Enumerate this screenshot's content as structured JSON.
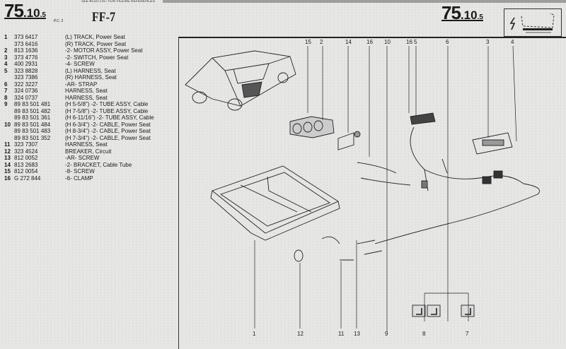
{
  "header": {
    "section_main": "75",
    "section_sub": ".10",
    "section_suffix": ".5",
    "page_ref": "P.C. 2",
    "figure": "FF-7",
    "note": "SEE ALSO LIST FOR FIGURE REFERENCES"
  },
  "parts": [
    {
      "ref": "1",
      "part": "373 6417",
      "desc": "(L)   TRACK, Power Seat"
    },
    {
      "ref": "",
      "part": "373 6416",
      "desc": "(R)   TRACK, Power Seat"
    },
    {
      "ref": "2",
      "part": "813 1636",
      "desc": "   -2- MOTOR ASSY, Power Seat"
    },
    {
      "ref": "3",
      "part": "373 4776",
      "desc": "   -2- SWITCH, Power Seat"
    },
    {
      "ref": "4",
      "part": "400 2931",
      "desc": "   -4- SCREW"
    },
    {
      "ref": "5",
      "part": "323 8828",
      "desc": "(L)   HARNESS, Seat"
    },
    {
      "ref": "",
      "part": "323 7386",
      "desc": "(R)   HARNESS, Seat"
    },
    {
      "ref": "6",
      "part": "322 3227",
      "desc": "   -AR- STRAP"
    },
    {
      "ref": "7",
      "part": "324 0736",
      "desc": "   HARNESS, Seat"
    },
    {
      "ref": "8",
      "part": "324 0737",
      "desc": "   HARNESS, Seat"
    },
    {
      "ref": "9",
      "part": "89 83 501 481",
      "desc": "(H 5-5/8\")   -2- TUBE ASSY, Cable"
    },
    {
      "ref": "",
      "part": "89 83 501 482",
      "desc": "(H 7-5/8\")   -2- TUBE ASSY, Cable"
    },
    {
      "ref": "",
      "part": "89 83 501 361",
      "desc": "(H 6-11/16\")   -2- TUBE ASSY, Cable"
    },
    {
      "ref": "10",
      "part": "89 83 501 484",
      "desc": "(H 6-3/4\")   -2- CABLE, Power Seat"
    },
    {
      "ref": "",
      "part": "89 83 501 483",
      "desc": "(H 8-3/4\")   -2- CABLE, Power Seat"
    },
    {
      "ref": "",
      "part": "89 83 501 352",
      "desc": "(H 7-3/4\")   -2- CABLE, Power Seat"
    },
    {
      "ref": "11",
      "part": "323 7307",
      "desc": "   HARNESS, Seat"
    },
    {
      "ref": "12",
      "part": "323 4524",
      "desc": "   BREAKER, Circuit"
    },
    {
      "ref": "13",
      "part": "812 0052",
      "desc": "   -AR- SCREW"
    },
    {
      "ref": "14",
      "part": "813 2683",
      "desc": "   -2- BRACKET, Cable Tube"
    },
    {
      "ref": "15",
      "part": "812 0054",
      "desc": "   -8- SCREW"
    },
    {
      "ref": "16",
      "part": "G 272 844",
      "desc": "   -6- CLAMP"
    }
  ],
  "callouts_top": [
    "15",
    "2",
    "14",
    "16",
    "10",
    "16",
    "5",
    "6",
    "3",
    "4"
  ],
  "callouts_bottom": [
    "1",
    "12",
    "11",
    "13",
    "9",
    "8",
    "7"
  ]
}
